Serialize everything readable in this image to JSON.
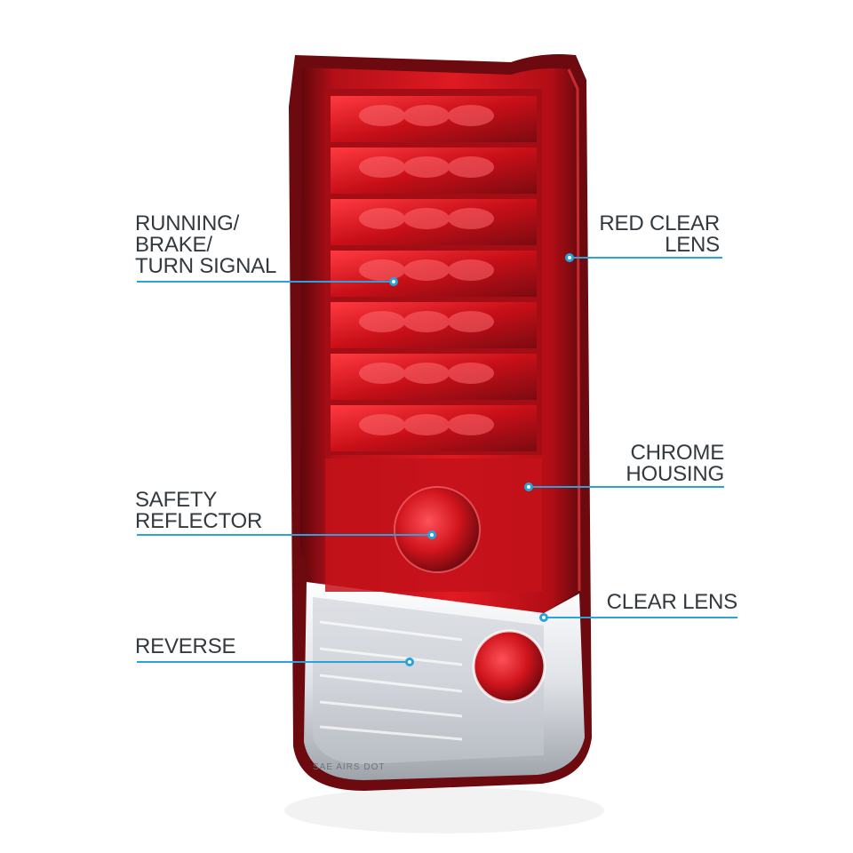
{
  "callouts": {
    "running": {
      "lines": [
        "RUNNING/",
        "BRAKE/",
        "TURN SIGNAL"
      ]
    },
    "red_clear_lens": {
      "lines": [
        "RED CLEAR",
        "LENS"
      ]
    },
    "chrome_housing": {
      "lines": [
        "CHROME",
        "HOUSING"
      ]
    },
    "safety_reflector": {
      "lines": [
        "SAFETY",
        "REFLECTOR"
      ]
    },
    "clear_lens": {
      "lines": [
        "CLEAR LENS"
      ]
    },
    "reverse": {
      "lines": [
        "REVERSE"
      ]
    }
  },
  "product_marking": "SAE AIRS DOT",
  "colors": {
    "accent": "#2aa3dc",
    "label_text": "#333a3f",
    "lens_red": "#d0141c",
    "lens_dark_red": "#7a0a10",
    "clear_lens": "#e6e8ec"
  }
}
